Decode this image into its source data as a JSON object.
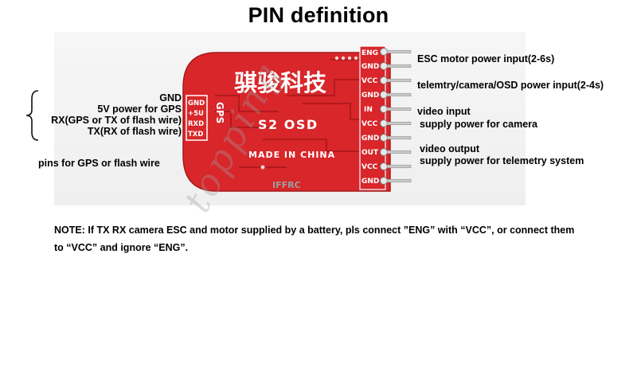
{
  "title": "PIN definition",
  "board": {
    "brand_logo_text": "骐骏科技",
    "model": "S2 OSD",
    "made_in": "MADE IN CHINA",
    "silk_brand": "IFFRC",
    "gps_side_label": "GPS",
    "left_pins": [
      "GND",
      "+5U",
      "RXD",
      "TXD"
    ],
    "right_pins": [
      "ENG",
      "GND",
      "VCC",
      "GND",
      "IN",
      "VCC",
      "GND",
      "OUT",
      "VCC",
      "GND"
    ]
  },
  "left_labels": {
    "gnd": "GND",
    "power": "5V power for GPS",
    "rx": "RX(GPS or TX of flash wire)",
    "tx": "TX(RX of flash wire)",
    "group": "pins for GPS or flash wire"
  },
  "right_labels": {
    "esc": "ESC motor power input(2-6s)",
    "telemetry": "telemtry/camera/OSD power input(2-4s)",
    "video_in": "video input",
    "cam_power": "supply power for camera",
    "video_out": "video output",
    "tele_power": "supply power for telemetry system"
  },
  "note": {
    "line1": "NOTE: If TX RX camera ESC and motor supplied by a battery, pls connect ”ENG” with “VCC”, or connect them",
    "line2": "to “VCC” and ignore “ENG”."
  },
  "watermark": "topping",
  "colors": {
    "board_red": "#d8262a",
    "board_dark": "#b51c20",
    "silk": "#ffffff",
    "pin_metal": "#c9c9c9"
  }
}
